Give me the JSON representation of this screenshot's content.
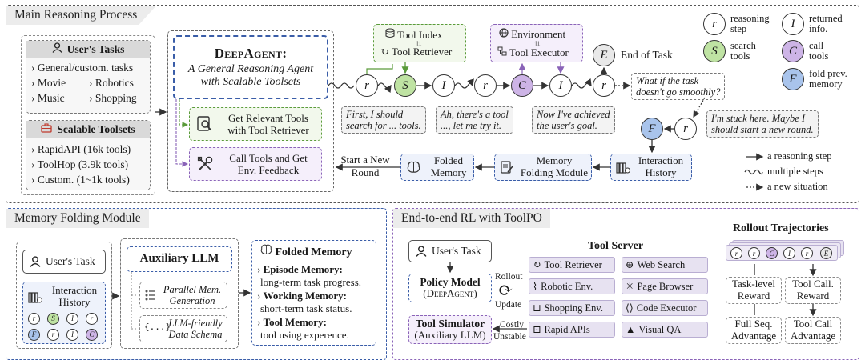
{
  "main": {
    "title": "Main Reasoning Process",
    "user_tasks": {
      "header": "User's Tasks",
      "items": [
        "General/custom. tasks",
        "Movie",
        "Robotics",
        "Music",
        "Shopping"
      ]
    },
    "toolsets": {
      "header": "Scalable Toolsets",
      "items": [
        "RapidAPI (16k tools)",
        "ToolHop (3.9k tools)",
        "Custom. (1~1k tools)"
      ]
    },
    "agent": {
      "name": "DeepAgent:",
      "subtitle_1": "A General Reasoning Agent",
      "subtitle_2": "with Scalable Toolsets",
      "get_tools_1": "Get Relevant Tools",
      "get_tools_2": "with Tool Retriever",
      "call_tools_1": "Call Tools and Get",
      "call_tools_2": "Env. Feedback"
    },
    "tool_index": "Tool Index",
    "tool_retriever": "Tool Retriever",
    "environment": "Environment",
    "tool_executor": "Tool Executor",
    "end_of_task": "End of Task",
    "chain_nodes": [
      "r",
      "S",
      "I",
      "r",
      "C",
      "I",
      "r"
    ],
    "end_node": "E",
    "fold_node": "F",
    "after_fold_node": "r",
    "bubbles": {
      "b1_1": "First, I should",
      "b1_2": "search for ... tools.",
      "b2_1": "Ah, there's a tool",
      "b2_2": "..., let me try it.",
      "b3_1": "Now I've achieved",
      "b3_2": "the user's goal.",
      "b4_1": "What if the task",
      "b4_2": "doesn't go smoothly?",
      "b5_1": "I'm stuck here. Maybe I",
      "b5_2": "should start a new round."
    },
    "interaction_history_1": "Interaction",
    "interaction_history_2": "History",
    "memory_folding_module_1": "Memory",
    "memory_folding_module_2": "Folding Module",
    "folded_memory_1": "Folded",
    "folded_memory_2": "Memory",
    "new_round_1": "Start a New",
    "new_round_2": "Round"
  },
  "legend": {
    "r_label_1": "reasoning",
    "r_label_2": "step",
    "i_label_1": "returned",
    "i_label_2": "info.",
    "s_label_1": "search",
    "s_label_2": "tools",
    "c_label_1": "call",
    "c_label_2": "tools",
    "f_label_1": "fold prev.",
    "f_label_2": "memory",
    "arrow_1": "a reasoning step",
    "arrow_2": "multiple steps",
    "arrow_3": "a new situation"
  },
  "memory_module": {
    "title": "Memory Folding Module",
    "users_task": "User's Task",
    "interaction_history_1": "Interaction",
    "interaction_history_2": "History",
    "mini_nodes_row1": [
      "r",
      "S",
      "I",
      "r"
    ],
    "mini_nodes_row2": [
      "F",
      "r",
      "I",
      "C"
    ],
    "aux_llm": "Auxiliary LLM",
    "parallel_1": "Parallel Mem.",
    "parallel_2": "Generation",
    "schema_1": "LLM-friendly",
    "schema_2": "Data Schema",
    "folded_title": "Folded Memory",
    "episode_title": "Episode Memory:",
    "episode_desc": "long-term task progress.",
    "working_title": "Working Memory:",
    "working_desc": "short-term task status.",
    "tool_title": "Tool Memory:",
    "tool_desc": "tool using experence."
  },
  "rl": {
    "title": "End-to-end RL with ToolPO",
    "users_task": "User's Task",
    "policy_1": "Policy Model",
    "policy_2": "(DeepAgent)",
    "rollout": "Rollout",
    "update": "Update",
    "simulator_1": "Tool Simulator",
    "simulator_2": "(Auxiliary LLM)",
    "costly": "Costly",
    "unstable": "Unstable",
    "server_title": "Tool Server",
    "tools": [
      "Tool Retriever",
      "Web Search",
      "Robotic Env.",
      "Page Browser",
      "Shopping Env.",
      "Code Executor",
      "Rapid APIs",
      "Visual QA"
    ],
    "rollout_title": "Rollout Trajectories",
    "traj_nodes": [
      "r",
      "r",
      "C",
      "I",
      "r",
      "E"
    ],
    "task_reward_1": "Task-level",
    "task_reward_2": "Reward",
    "call_reward_1": "Tool Call.",
    "call_reward_2": "Reward",
    "full_adv_1": "Full Seq.",
    "full_adv_2": "Advantage",
    "call_adv_1": "Tool Call",
    "call_adv_2": "Advantage"
  },
  "colors": {
    "search": "#bfe3a3",
    "call": "#cdb4e6",
    "fold": "#a9c4ec",
    "blue_border": "#3a5da8",
    "green_border": "#5a9b3a",
    "purple_border": "#8a63b8"
  }
}
